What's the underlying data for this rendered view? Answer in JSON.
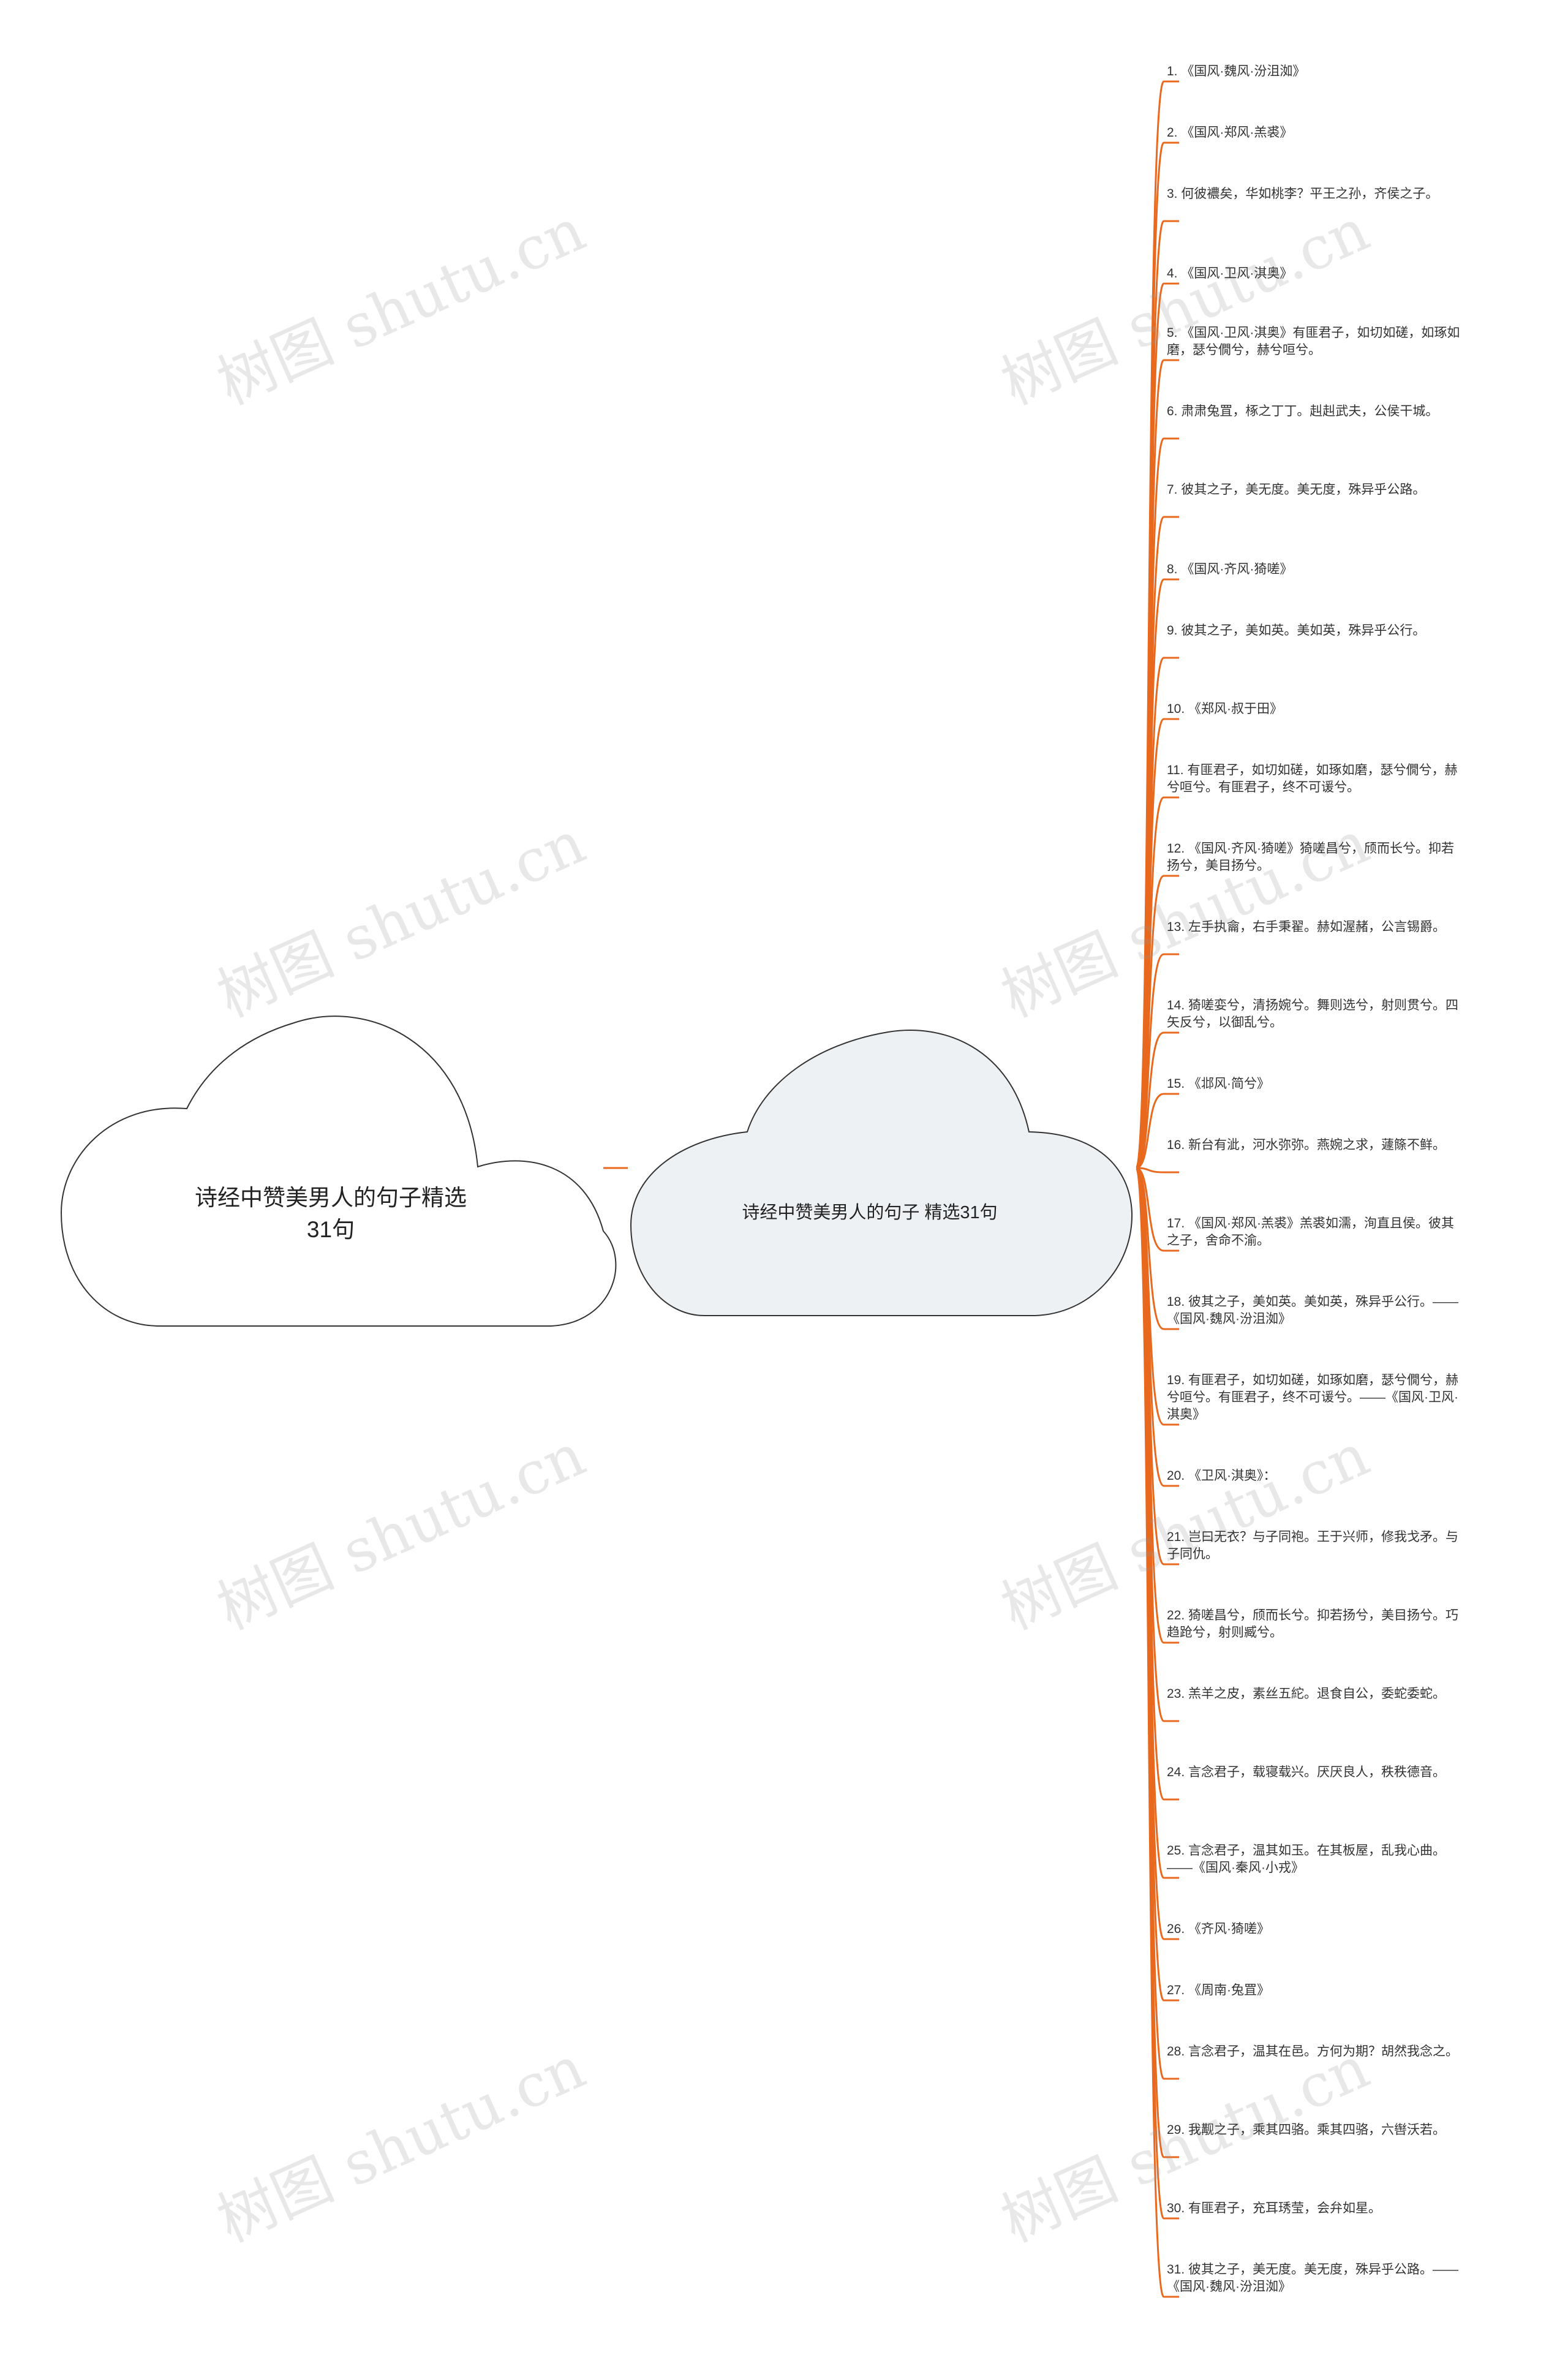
{
  "root": {
    "title": "诗经中赞美男人的句子精选31句"
  },
  "center": {
    "title": "诗经中赞美男人的句子 精选31句"
  },
  "watermark": "树图 shutu.cn",
  "colors": {
    "branch": "#E8691E",
    "cloud_fill": "#EEF1F4",
    "cloud_stroke": "#333333"
  },
  "leaves": [
    "1. 《国风·魏风·汾沮洳》",
    "2. 《国风·郑风·羔裘》",
    "3. 何彼襛矣，华如桃李？平王之孙，齐侯之子。",
    "4. 《国风·卫风·淇奥》",
    "5. 《国风·卫风·淇奥》有匪君子，如切如磋，如琢如磨，瑟兮僩兮，赫兮咺兮。",
    "6. 肃肃兔罝，椓之丁丁。赳赳武夫，公侯干城。",
    "7. 彼其之子，美无度。美无度，殊异乎公路。",
    "8. 《国风·齐风·猗嗟》",
    "9. 彼其之子，美如英。美如英，殊异乎公行。",
    "10. 《郑风·叔于田》",
    "11. 有匪君子，如切如磋，如琢如磨，瑟兮僩兮，赫兮咺兮。有匪君子，终不可谖兮。",
    "12. 《国风·齐风·猗嗟》猗嗟昌兮，颀而长兮。抑若扬兮，美目扬兮。",
    "13. 左手执龠，右手秉翟。赫如渥赭，公言锡爵。",
    "14. 猗嗟娈兮，清扬婉兮。舞则选兮，射则贯兮。四矢反兮，以御乱兮。",
    "15. 《邶风·简兮》",
    "16. 新台有泚，河水弥弥。燕婉之求，蘧篨不鲜。",
    "17. 《国风·郑风·羔裘》羔裘如濡，洵直且侯。彼其之子，舍命不渝。",
    "18. 彼其之子，美如英。美如英，殊异乎公行。——《国风·魏风·汾沮洳》",
    "19. 有匪君子，如切如磋，如琢如磨，瑟兮僩兮，赫兮咺兮。有匪君子，终不可谖兮。——《国风·卫风·淇奥》",
    "20. 《卫风·淇奥》：",
    "21. 岂曰无衣？与子同袍。王于兴师，修我戈矛。与子同仇。",
    "22. 猗嗟昌兮，颀而长兮。抑若扬兮，美目扬兮。巧趋跄兮，射则臧兮。",
    "23. 羔羊之皮，素丝五紽。退食自公，委蛇委蛇。",
    "24. 言念君子，载寝载兴。厌厌良人，秩秩德音。",
    "25. 言念君子，温其如玉。在其板屋，乱我心曲。——《国风·秦风·小戎》",
    "26. 《齐风·猗嗟》",
    "27. 《周南·兔罝》",
    "28. 言念君子，温其在邑。方何为期？胡然我念之。",
    "29. 我觏之子，乘其四骆。乘其四骆，六辔沃若。",
    "30. 有匪君子，充耳琇莹，会弁如星。",
    "31. 彼其之子，美无度。美无度，殊异乎公路。——《国风·魏风·汾沮洳》"
  ]
}
